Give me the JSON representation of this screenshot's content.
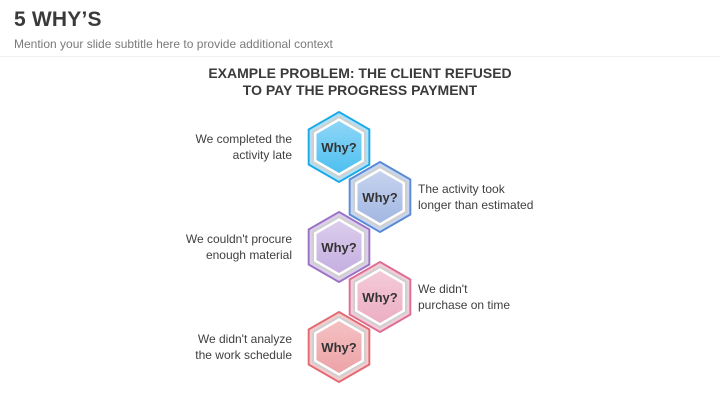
{
  "slide": {
    "title": "5 WHY’S",
    "subtitle": "Mention your slide subtitle here to provide additional context"
  },
  "problem": {
    "line1": "EXAMPLE PROBLEM: THE CLIENT REFUSED",
    "line2": "TO PAY THE PROGRESS PAYMENT"
  },
  "steps": [
    {
      "label": "Why?",
      "side": "left",
      "text": [
        "We completed the",
        "activity late"
      ],
      "outer_color": "#1aa8e6",
      "fill_top": "#8fd6f7",
      "fill_bottom": "#4ec0f0"
    },
    {
      "label": "Why?",
      "side": "right",
      "text": [
        "The activity took",
        "longer than estimated"
      ],
      "outer_color": "#5a8ad4",
      "fill_top": "#c6d3ee",
      "fill_bottom": "#a2b7e2"
    },
    {
      "label": "Why?",
      "side": "left",
      "text": [
        "We couldn't procure",
        "enough material"
      ],
      "outer_color": "#9a72c6",
      "fill_top": "#dccdec",
      "fill_bottom": "#c5afe0"
    },
    {
      "label": "Why?",
      "side": "right",
      "text": [
        "We didn't",
        "purchase on time"
      ],
      "outer_color": "#dc6e92",
      "fill_top": "#f4cbd8",
      "fill_bottom": "#ecaec2"
    },
    {
      "label": "Why?",
      "side": "left",
      "text": [
        "We didn't analyze",
        "the work schedule"
      ],
      "outer_color": "#e26a72",
      "fill_top": "#f4c1c3",
      "fill_bottom": "#eda3a7"
    }
  ]
}
